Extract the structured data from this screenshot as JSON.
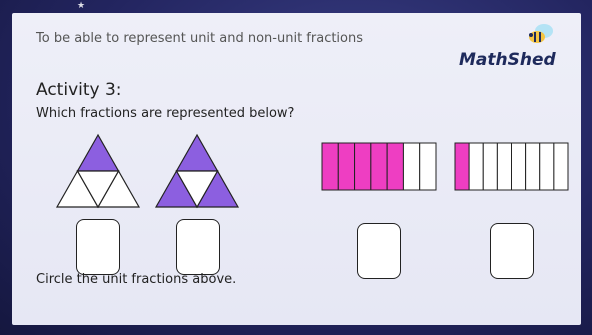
{
  "objective": "To be able to represent unit and non-unit fractions",
  "logo": {
    "text": "MathShed",
    "mascot_icon": "bee-mascot-icon"
  },
  "activity_title": "Activity 3:",
  "question": "Which fractions are represented below?",
  "footer": "Circle the unit fractions above.",
  "colors": {
    "purple": "#8c5fe0",
    "magenta": "#ee3ec2",
    "background": "#232560"
  },
  "triangles": [
    {
      "parts": 4,
      "shaded": 1
    },
    {
      "parts": 4,
      "shaded": 3
    }
  ],
  "bars": [
    {
      "parts": 7,
      "shaded": 5
    },
    {
      "parts": 8,
      "shaded": 1
    }
  ],
  "answer_boxes": 4
}
